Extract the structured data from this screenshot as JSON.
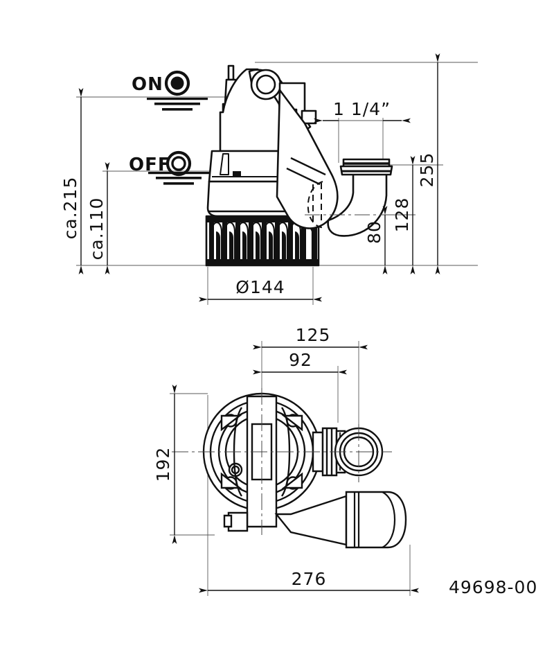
{
  "drawing": {
    "number": "49698-00",
    "units": "mm",
    "views": [
      {
        "name": "side-elevation",
        "id": "view-side"
      },
      {
        "name": "plan-view",
        "id": "view-plan"
      }
    ]
  },
  "switch_levels": [
    {
      "name": "on",
      "label": "ON",
      "marker": "filled-circle-icon",
      "level_symbol": "water-level-icon"
    },
    {
      "name": "off",
      "label": "OFF",
      "marker": "hollow-circle-icon",
      "level_symbol": "water-level-icon"
    }
  ],
  "dimensions": {
    "side_view": [
      {
        "name": "overall-height-on-level",
        "value": "ca.215",
        "orientation": "vertical",
        "side": "left"
      },
      {
        "name": "off-level-height",
        "value": "ca.110",
        "orientation": "vertical",
        "side": "left"
      },
      {
        "name": "discharge-thread-size",
        "value": "1 1/4”",
        "orientation": "horizontal",
        "side": "top"
      },
      {
        "name": "discharge-centre-height",
        "value": "80",
        "orientation": "vertical",
        "side": "right"
      },
      {
        "name": "discharge-top-height",
        "value": "128",
        "orientation": "vertical",
        "side": "right"
      },
      {
        "name": "overall-pump-height",
        "value": "255",
        "orientation": "vertical",
        "side": "right"
      },
      {
        "name": "strainer-diameter",
        "value": "Ø144",
        "orientation": "horizontal",
        "side": "bottom"
      }
    ],
    "plan_view": [
      {
        "name": "centre-to-outlet-end",
        "value": "125",
        "orientation": "horizontal",
        "side": "top"
      },
      {
        "name": "centre-to-elbow-face",
        "value": "92",
        "orientation": "horizontal",
        "side": "top"
      },
      {
        "name": "body-width",
        "value": "192",
        "orientation": "vertical",
        "side": "left"
      },
      {
        "name": "overall-length-with-float",
        "value": "276",
        "orientation": "horizontal",
        "side": "bottom"
      }
    ]
  },
  "colors": {
    "line": "#111111",
    "thin_line": "#555555",
    "background": "#ffffff"
  }
}
